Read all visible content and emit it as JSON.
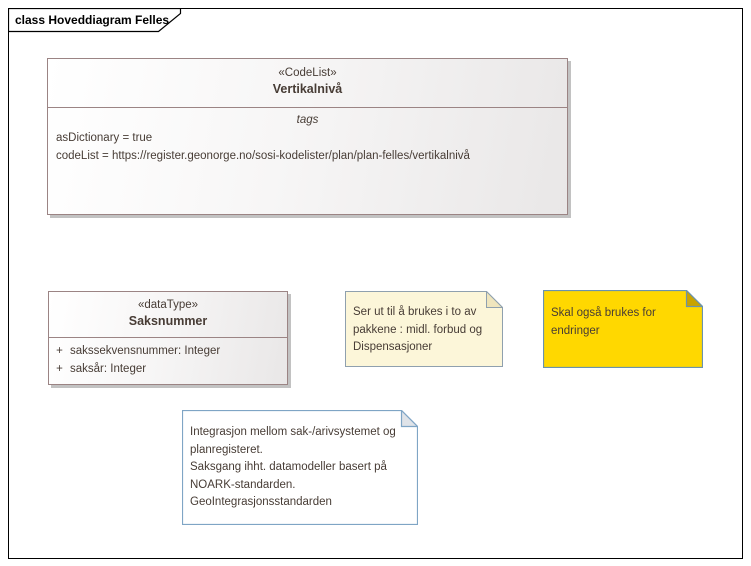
{
  "frame": {
    "label": "class Hoveddiagram Felles"
  },
  "colors": {
    "frame_border": "#000000",
    "class_border": "#9b8484",
    "class_fill_start": "#ffffff",
    "class_fill_end": "#e9e7e7",
    "class_shadow": "#c2c2c2",
    "text": "#473c35",
    "note_border": "#7e9ab2",
    "note_usage_fill": "#fcf6d9",
    "note_usage_fold": "#efe5bd",
    "note_changes_fill": "#ffd800",
    "note_changes_fold": "#c9a300",
    "note_integration_fill": "#ffffff",
    "note_integration_fold": "#dfe3e8"
  },
  "vertikalniva": {
    "stereotype": "«CodeList»",
    "name": "Vertikalnivå",
    "section_label": "tags",
    "tags": [
      "asDictionary = true",
      "codeList = https://register.geonorge.no/sosi-kodelister/plan/plan-felles/vertikalnivå"
    ]
  },
  "saksnummer": {
    "stereotype": "«dataType»",
    "name": "Saksnummer",
    "attributes": [
      {
        "visibility": "+",
        "text": "sakssekvensnummer: Integer"
      },
      {
        "visibility": "+",
        "text": "saksår: Integer"
      }
    ]
  },
  "notes": {
    "usage": {
      "text": "Ser ut til å brukes i to av\npakkene : midl. forbud og\nDispensasjoner"
    },
    "changes": {
      "text": "Skal også brukes for\nendringer"
    },
    "integration": {
      "text": "Integrasjon mellom sak-/arivsystemet og\nplanregisteret.\nSaksgang ihht. datamodeller basert på\nNOARK-standarden.\nGeoIntegrasjonsstandarden"
    }
  }
}
